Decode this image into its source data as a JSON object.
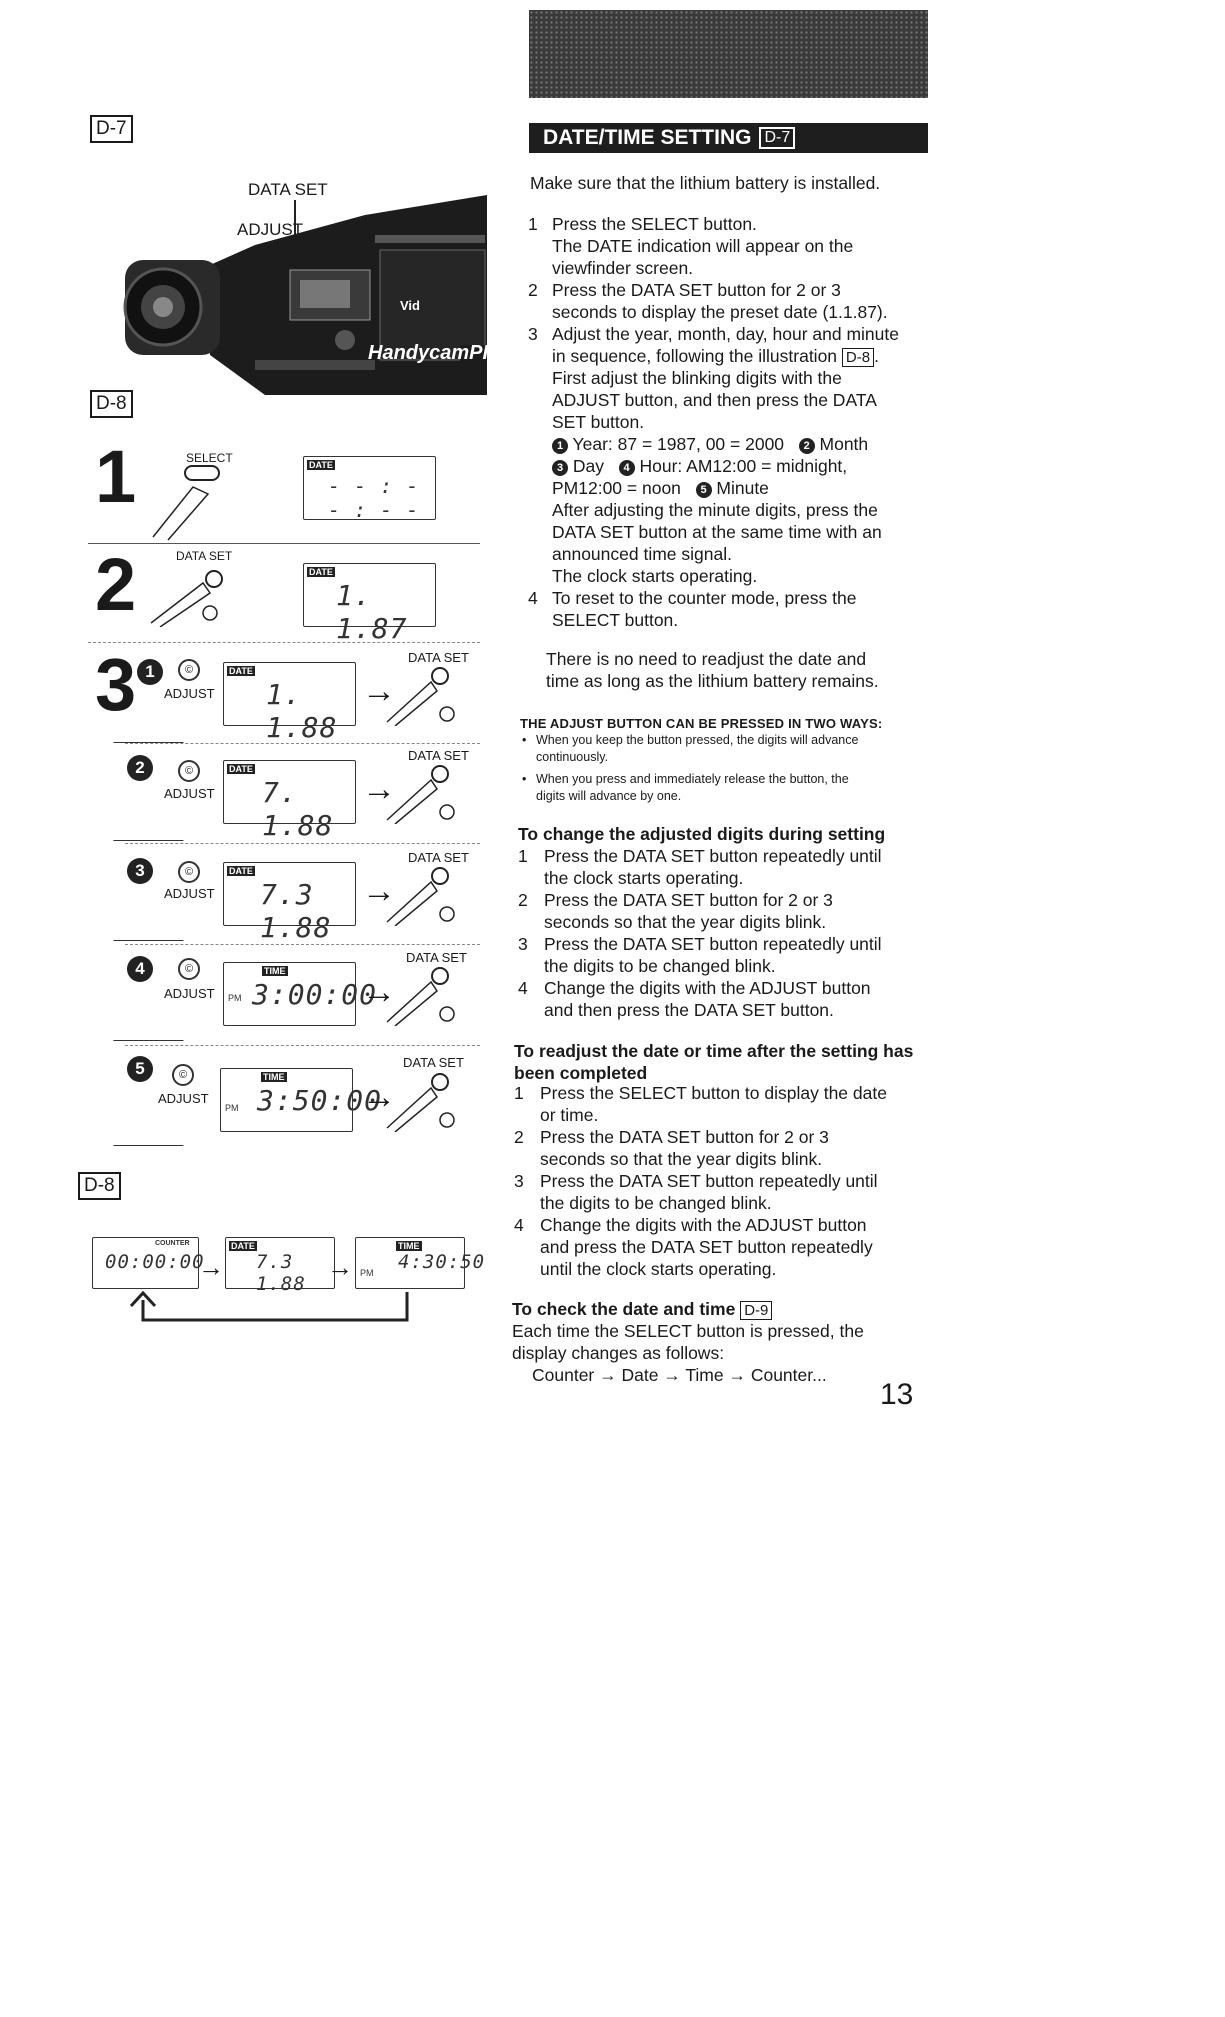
{
  "left": {
    "label_d7": "D-7",
    "camera": {
      "data_set": "DATA SET",
      "adjust": "ADJUST",
      "brand": "HandycamPI",
      "vid": "Vid"
    },
    "label_d8a": "D-8",
    "step1": {
      "num": "1",
      "select": "SELECT",
      "tag": "DATE",
      "digits": "- - : - - : - -"
    },
    "step2": {
      "num": "2",
      "data_set": "DATA SET",
      "tag": "DATE",
      "digits": "1. 1.87"
    },
    "step3": {
      "num": "3",
      "rows": [
        {
          "badge": "1",
          "adjust": "ADJUST",
          "data_set": "DATA SET",
          "tag": "DATE",
          "digits": "1. 1.88"
        },
        {
          "badge": "2",
          "adjust": "ADJUST",
          "data_set": "DATA SET",
          "tag": "DATE",
          "digits": "7. 1.88"
        },
        {
          "badge": "3",
          "adjust": "ADJUST",
          "data_set": "DATA SET",
          "tag": "DATE",
          "digits": "7.3 1.88"
        },
        {
          "badge": "4",
          "adjust": "ADJUST",
          "data_set": "DATA SET",
          "tag": "TIME",
          "pm": "PM",
          "digits": "3:00:00"
        },
        {
          "badge": "5",
          "adjust": "ADJUST",
          "data_set": "DATA SET",
          "tag": "TIME",
          "pm": "PM",
          "digits": "3:50:00"
        }
      ]
    },
    "label_d8b": "D-8",
    "cycle": [
      {
        "tag": "COUNTER",
        "digits": "00:00:00"
      },
      {
        "tag": "DATE",
        "digits": "7.3 1.88"
      },
      {
        "tag": "TIME",
        "pm": "PM",
        "digits": "4:30:50"
      }
    ]
  },
  "right": {
    "title": "DATE/TIME SETTING",
    "title_tag": "D-7",
    "intro": "Make sure that the lithium battery is installed.",
    "steps": [
      {
        "n": "1",
        "lines": [
          "Press the SELECT button.",
          "The DATE indication will appear on the",
          "viewfinder screen."
        ]
      },
      {
        "n": "2",
        "lines": [
          "Press the DATA SET button for 2 or 3",
          "seconds to display the preset date (1.1.87)."
        ]
      },
      {
        "n": "3",
        "lines": [
          "Adjust the year, month, day, hour and minute",
          "in sequence, following the illustration"
        ],
        "ref": "D-8",
        "ref_tail": ".",
        "more": [
          "First adjust the blinking digits with the",
          "ADJUST button, and then press the DATA",
          "SET button."
        ]
      }
    ],
    "legend": {
      "y_badge": "1",
      "year": "Year: 87 = 1987, 00 = 2000",
      "m_badge": "2",
      "month": "Month",
      "d_badge": "3",
      "day": "Day",
      "h_badge": "4",
      "hour": "Hour: AM12:00 = midnight,",
      "noon": "PM12:00 = noon",
      "min_badge": "5",
      "minute": "Minute"
    },
    "after": [
      "After adjusting the minute digits, press the",
      "DATA SET button at the same time with an",
      "announced time signal.",
      "The clock starts operating."
    ],
    "step4": {
      "n": "4",
      "lines": [
        "To reset to the counter mode, press the",
        "SELECT button."
      ]
    },
    "no_need": [
      "There is no need to readjust the date and",
      "time as long as the lithium battery remains."
    ],
    "adjust_heading": "THE ADJUST BUTTON CAN BE PRESSED IN TWO WAYS:",
    "adjust_notes": [
      [
        "When you keep the button pressed, the digits will advance",
        "continuously."
      ],
      [
        "When you press and immediately release the button, the",
        "digits will advance by one."
      ]
    ],
    "change": {
      "heading": "To change the adjusted digits during setting",
      "items": [
        {
          "n": "1",
          "lines": [
            "Press the DATA SET button repeatedly until",
            "the clock starts operating."
          ]
        },
        {
          "n": "2",
          "lines": [
            "Press the DATA SET button for 2 or 3",
            "seconds so that the year digits blink."
          ]
        },
        {
          "n": "3",
          "lines": [
            "Press the DATA SET button repeatedly until",
            "the digits to be changed blink."
          ]
        },
        {
          "n": "4",
          "lines": [
            "Change the digits with the ADJUST button",
            "and then press the DATA SET button."
          ]
        }
      ]
    },
    "readjust": {
      "heading1": "To readjust the date or time after the setting has",
      "heading2": "been completed",
      "items": [
        {
          "n": "1",
          "lines": [
            "Press the SELECT button to display the date",
            "or time."
          ]
        },
        {
          "n": "2",
          "lines": [
            "Press the DATA SET button for 2 or 3",
            "seconds so that the year digits blink."
          ]
        },
        {
          "n": "3",
          "lines": [
            "Press the DATA SET button repeatedly until",
            "the digits to be changed blink."
          ]
        },
        {
          "n": "4",
          "lines": [
            "Change the digits with the ADJUST button",
            "and press the DATA SET button repeatedly",
            "until the clock starts operating."
          ]
        }
      ]
    },
    "check": {
      "heading": "To check the date and time",
      "tag": "D-9",
      "lines": [
        "Each time the SELECT button is pressed, the",
        "display changes as follows:"
      ],
      "sequence": "Counter → Date → Time → Counter..."
    },
    "page_number": "13"
  }
}
